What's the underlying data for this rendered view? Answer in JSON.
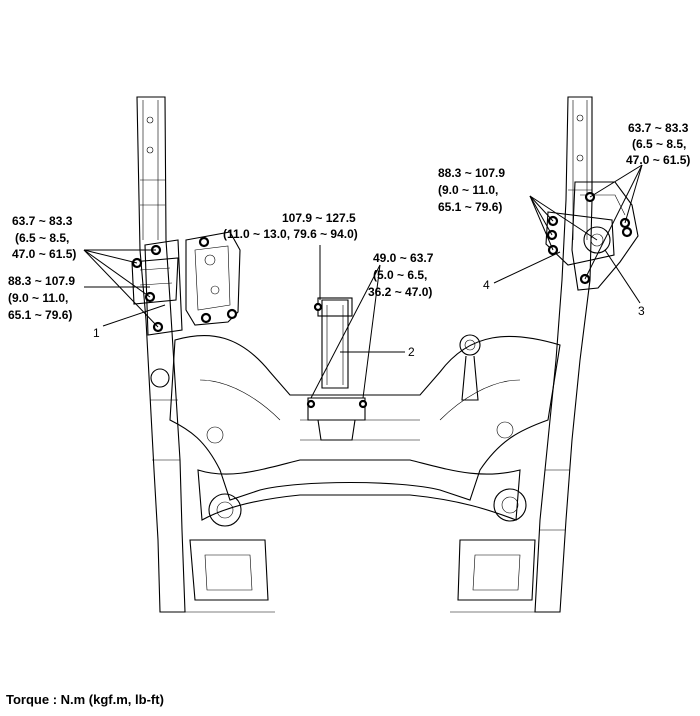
{
  "torque_callouts": {
    "left_upper": [
      "63.7 ~ 83.3",
      "(6.5 ~ 8.5,",
      "47.0 ~ 61.5)"
    ],
    "left_lower": [
      "88.3 ~ 107.9",
      "(9.0 ~ 11.0,",
      "65.1 ~ 79.6)"
    ],
    "center_top": [
      "107.9 ~ 127.5",
      "(11.0 ~ 13.0, 79.6 ~ 94.0)"
    ],
    "center_mid": [
      "49.0 ~ 63.7",
      "(5.0 ~ 6.5,",
      "36.2 ~ 47.0)"
    ],
    "right_mid": [
      "88.3 ~ 107.9",
      "(9.0 ~ 11.0,",
      "65.1 ~ 79.6)"
    ],
    "right_upper": [
      "63.7 ~ 83.3",
      "(6.5 ~ 8.5,",
      "47.0 ~ 61.5)"
    ]
  },
  "part_numbers": {
    "p1": "1",
    "p2": "2",
    "p3": "3",
    "p4": "4"
  },
  "footer": {
    "torque_unit": "Torque : N.m (kgf.m, lb-ft)"
  }
}
